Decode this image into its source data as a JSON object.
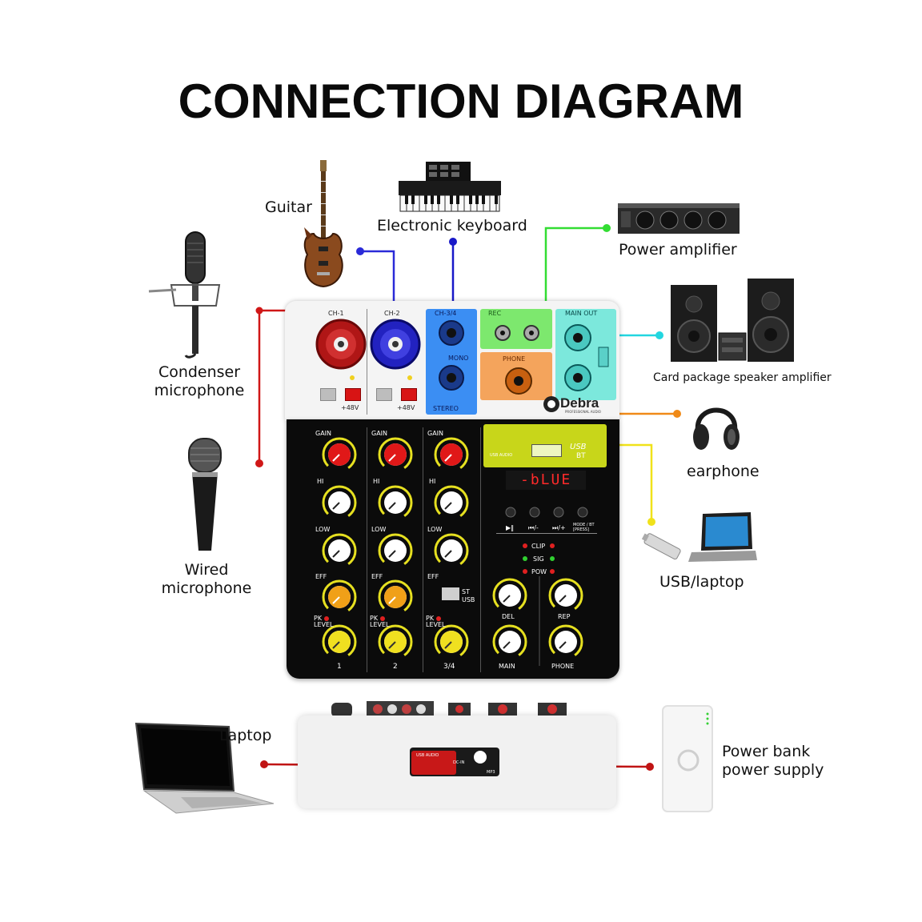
{
  "title": "CONNECTION DIAGRAM",
  "devices": {
    "guitar": "Guitar",
    "keyboard": "Electronic keyboard",
    "power_amp": "Power amplifier",
    "condenser_mic": [
      "Condenser",
      "microphone"
    ],
    "speaker_amp": "Card package speaker amplifier",
    "earphone": "earphone",
    "wired_mic": [
      "Wired",
      "microphone"
    ],
    "usb_laptop": "USB/laptop",
    "laptop": "Laptop",
    "power_bank": [
      "Power bank",
      "power supply"
    ]
  },
  "mixer": {
    "brand": "Debra",
    "brand_sub": "PROFESSIONAL AUDIO",
    "display": "-bLUE",
    "sections": {
      "ch1": "CH-1",
      "ch2": "CH-2",
      "ch34": "CH-3/4",
      "rec": "REC",
      "main_out": "MAIN OUT",
      "phone": "PHONE",
      "mono": "MONO",
      "stereo": "STEREO",
      "phantom": "+48V",
      "usb": "USB",
      "bt": "BT",
      "usb_audio": "USB AUDIO"
    },
    "knob_labels": {
      "gain": "GAIN",
      "hi": "HI",
      "low": "LOW",
      "eff": "EFF",
      "pk_level": "PK LEVEL",
      "st_usb": "ST USB",
      "clip": "CLIP",
      "sig": "SIG",
      "pow": "POW",
      "del": "DEL",
      "rep": "REP",
      "main": "MAIN",
      "phone": "PHONE"
    },
    "channel_numbers": [
      "1",
      "2",
      "3/4"
    ],
    "transport": [
      "▶‖",
      "⏮/-",
      "⏭/+",
      "MODE / BT [PRESS]"
    ],
    "back_panel": {
      "usb_audio": "USB AUDIO",
      "dcin": "DC-IN",
      "mp3": "MP3"
    }
  },
  "colors": {
    "red": "#d01717",
    "blue": "#2a2ad8",
    "green": "#33dd33",
    "cyan": "#22d6e0",
    "orange": "#f08a18",
    "yellow": "#f0e21a",
    "ch34_panel": "#3b8ef3",
    "rec_panel": "#7de86e",
    "main_panel": "#7ce8dc",
    "phone_panel": "#f4a45c",
    "usb_panel": "#c8d61a"
  }
}
